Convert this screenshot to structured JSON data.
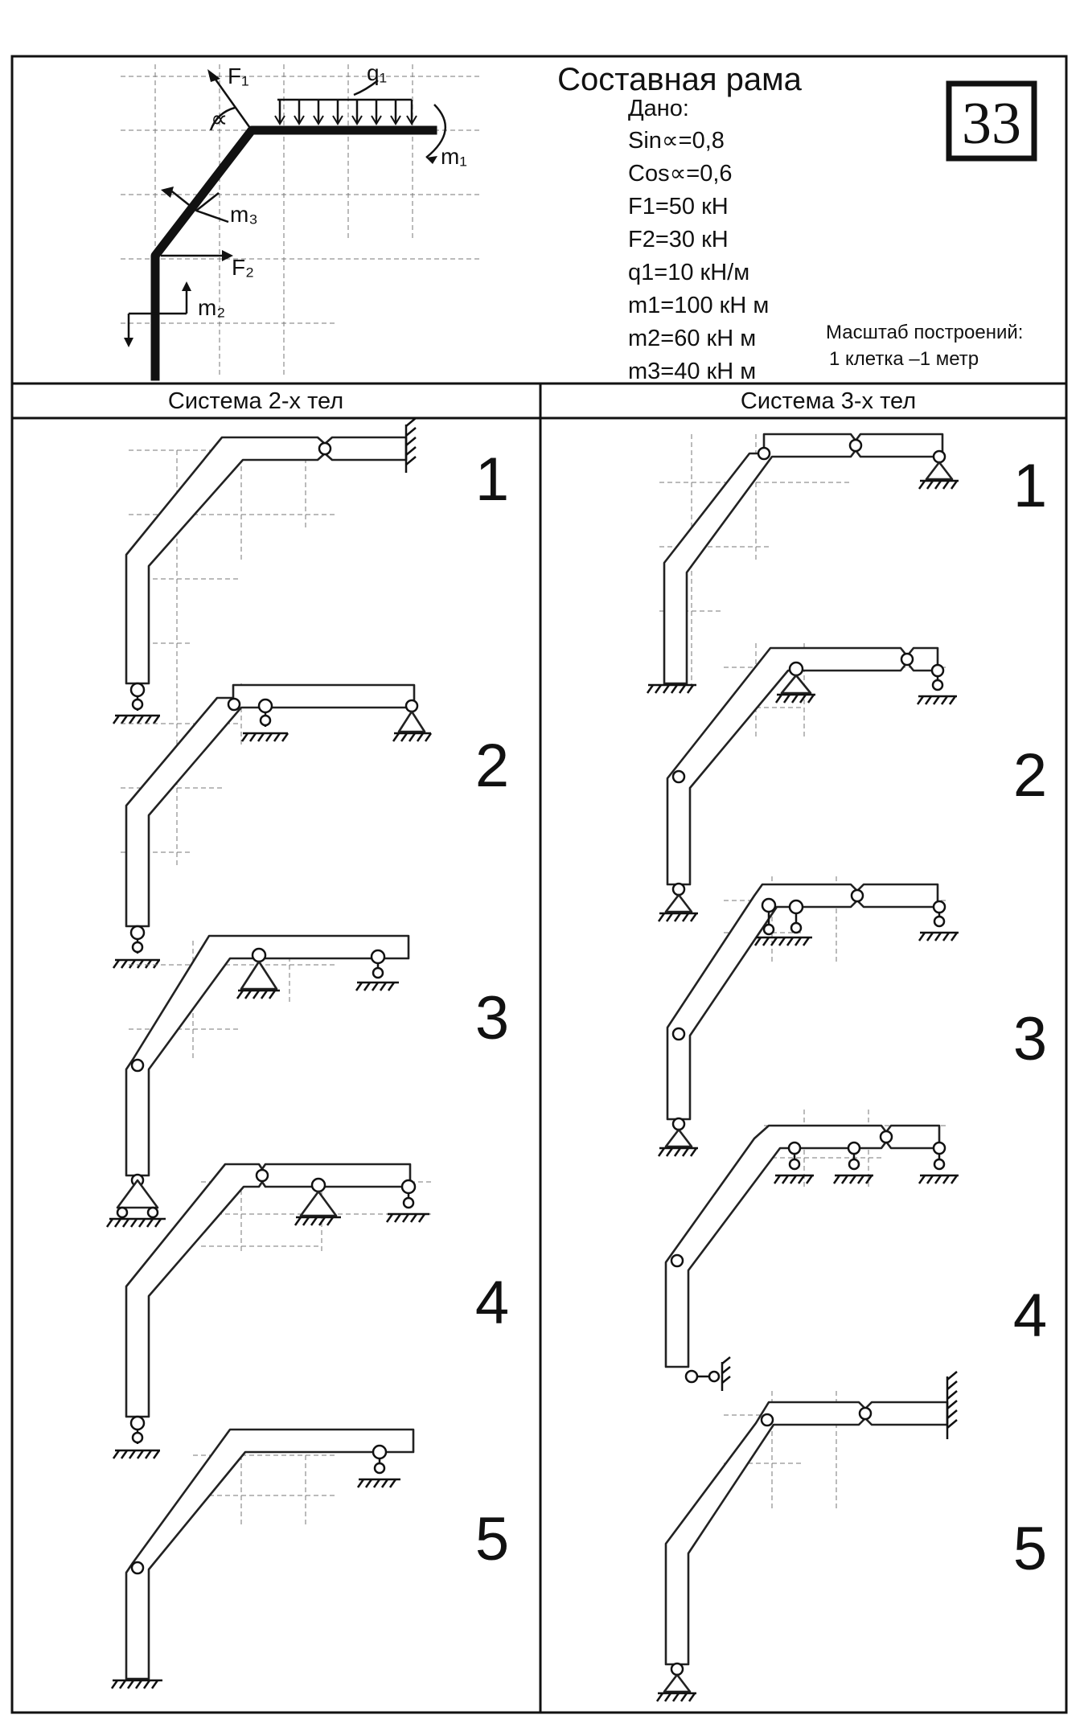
{
  "header": {
    "title": "Составная рама",
    "variant_number": "33",
    "given_label": "Дано:",
    "given": [
      {
        "name": "sin_alpha",
        "text": "Sin∝=0,8"
      },
      {
        "name": "cos_alpha",
        "text": "Cos∝=0,6"
      },
      {
        "name": "f1",
        "text": "F1=50 кН"
      },
      {
        "name": "f2",
        "text": "F2=30 кН"
      },
      {
        "name": "q1",
        "text": "q1=10 кН/м"
      },
      {
        "name": "m1",
        "text": "m1=100 кН  м"
      },
      {
        "name": "m2",
        "text": "m2=60 кН  м"
      },
      {
        "name": "m3",
        "text": "m3=40 кН  м"
      }
    ],
    "scale_label": "Масштаб построений:",
    "scale_value": "1 клетка –1 метр",
    "schematic_labels": {
      "f1": "F₁",
      "q1": "q₁",
      "alpha": "∝",
      "m1": "m₁",
      "m3": "m₃",
      "f2": "F₂",
      "m2": "m₂"
    }
  },
  "columns": {
    "left": "Система 2-х тел",
    "right": "Система 3-х тел"
  },
  "left_variants": [
    "1",
    "2",
    "3",
    "4",
    "5"
  ],
  "right_variants": [
    "1",
    "2",
    "3",
    "4",
    "5"
  ]
}
